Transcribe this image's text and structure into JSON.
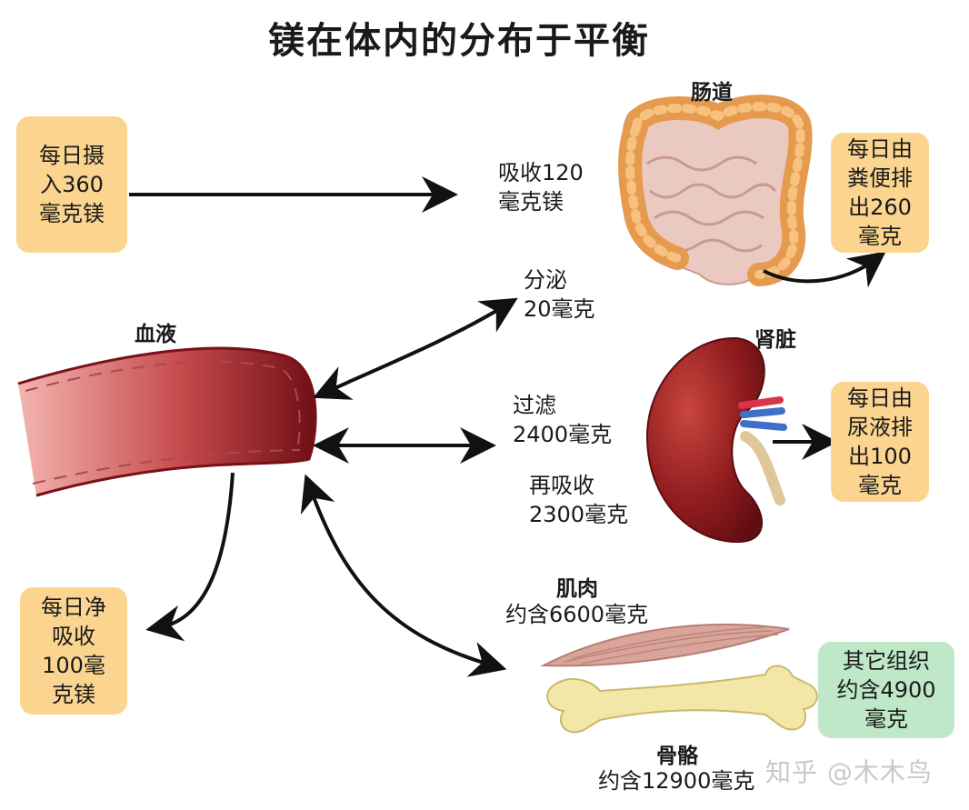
{
  "title": "镁在体内的分布于平衡",
  "labels": {
    "intestine": "肠道",
    "blood": "血液",
    "kidney": "肾脏",
    "muscle": "肌肉",
    "bone": "骨骼"
  },
  "boxes": {
    "intake": [
      "每日摄",
      "入360",
      "毫克镁"
    ],
    "feces": [
      "每日由",
      "粪便排",
      "出260",
      "毫克"
    ],
    "urine": [
      "每日由",
      "尿液排",
      "出100",
      "毫克"
    ],
    "net_absorb": [
      "每日净",
      "吸收",
      "100毫",
      "克镁"
    ],
    "other_tissue": [
      "其它组织",
      "约含4900",
      "毫克"
    ]
  },
  "flows": {
    "absorb": [
      "吸收120",
      "毫克镁"
    ],
    "secrete": [
      "分泌",
      "20毫克"
    ],
    "filter": [
      "过滤",
      "2400毫克"
    ],
    "reabsorb": [
      "再吸收",
      "2300毫克"
    ],
    "muscle_content": "约含6600毫克",
    "bone_content": "约含12900毫克"
  },
  "watermark": "知乎 @木木鸟",
  "colors": {
    "orange_box": "#fbd58f",
    "green_box": "#bfe8c9",
    "vessel": "#9e1e26",
    "kidney": "#8e1b1e",
    "intestine": "#e9a55b",
    "bone": "#f2e7a6",
    "muscle": "#d9a59b"
  }
}
